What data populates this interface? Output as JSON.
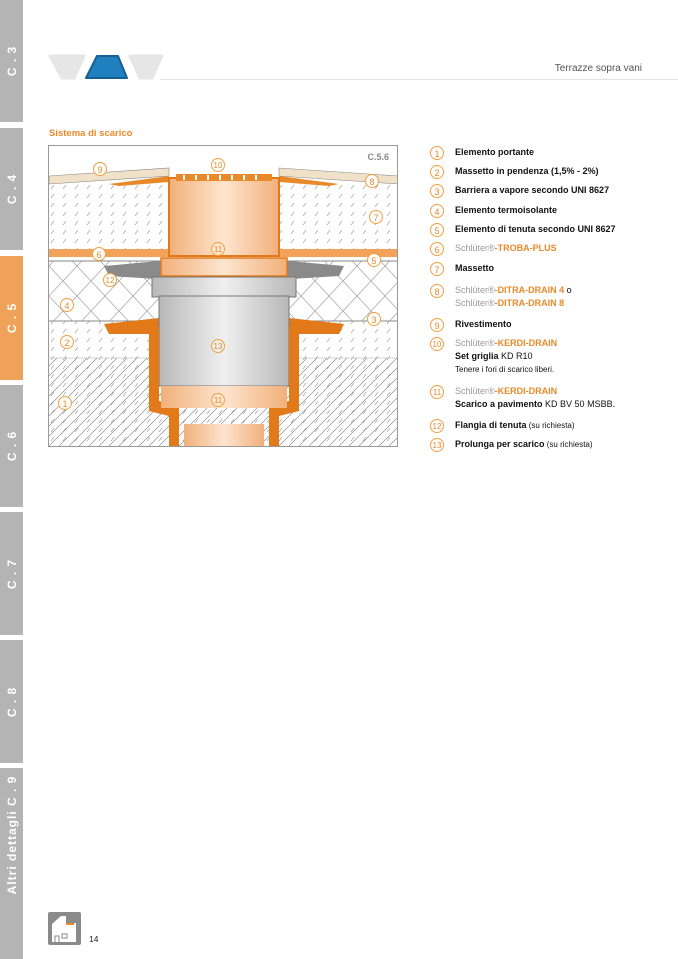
{
  "side_tabs": [
    {
      "label": "C . 3",
      "active": false
    },
    {
      "label": "C . 4",
      "active": false
    },
    {
      "label": "C . 5",
      "active": true
    },
    {
      "label": "C . 6",
      "active": false
    },
    {
      "label": "C . 7",
      "active": false
    },
    {
      "label": "C . 8",
      "active": false
    },
    {
      "label": "Altri dettagli  C . 9",
      "active": false
    }
  ],
  "header": {
    "title": "Terrazze sopra vani"
  },
  "section": {
    "title": "Sistema di scarico"
  },
  "diagram": {
    "code": "C.5.6",
    "callouts": [
      "9",
      "10",
      "8",
      "7",
      "11",
      "6",
      "5",
      "12",
      "4",
      "3",
      "2",
      "13",
      "11",
      "1"
    ]
  },
  "legend": [
    {
      "num": "1",
      "text": "Elemento portante"
    },
    {
      "num": "2",
      "text": "Massetto in pendenza (1,5% - 2%)"
    },
    {
      "num": "3",
      "text": "Barriera a vapore secondo UNI 8627"
    },
    {
      "num": "4",
      "text": "Elemento termoisolante"
    },
    {
      "num": "5",
      "text": "Elemento di tenuta secondo UNI 8627"
    },
    {
      "num": "6",
      "brand": "Schlüter®",
      "product": "-TROBA-PLUS"
    },
    {
      "num": "7",
      "text": "Massetto"
    },
    {
      "num": "8",
      "brand": "Schlüter®",
      "product": "-DITRA-DRAIN 4",
      "suffix": " o",
      "brand2": "Schlüter®",
      "product2": "-DITRA-DRAIN 8"
    },
    {
      "num": "9",
      "text": "Rivestimento"
    },
    {
      "num": "10",
      "brand": "Schlüter®",
      "product": "-KERDI-DRAIN",
      "line2_bold": "Set griglia",
      "line2": " KD R10",
      "line3": "Tenere i fori di scarico liberi."
    },
    {
      "num": "11",
      "brand": "Schlüter®",
      "product": "-KERDI-DRAIN",
      "line2_bold": "Scarico a pavimento",
      "line2": " KD BV 50 MSBB."
    },
    {
      "num": "12",
      "text": "Flangia di tenuta",
      "note": " (su richiesta)"
    },
    {
      "num": "13",
      "text": "Prolunga per scarico",
      "note": " (su richiesta)"
    }
  ],
  "footer": {
    "page_number": "14"
  },
  "colors": {
    "accent": "#e88a2a",
    "tab_gray": "#b4b4b4",
    "tab_active": "#f0a25a",
    "nav_blue": "#1f7fbf"
  }
}
